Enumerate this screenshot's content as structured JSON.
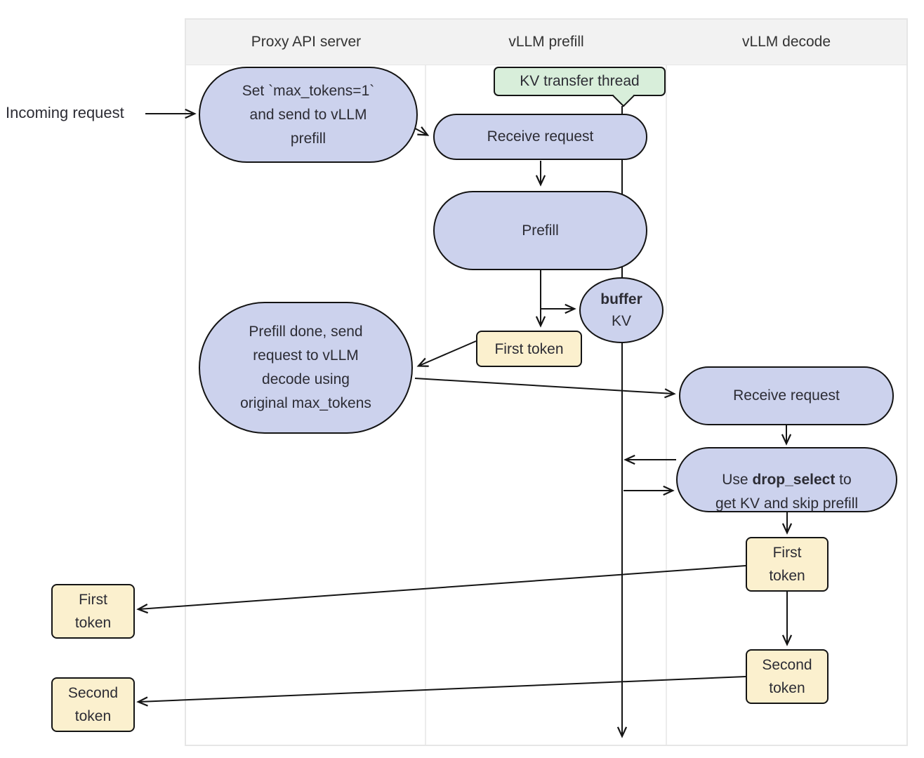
{
  "lanes": [
    {
      "label": "Proxy API server"
    },
    {
      "label": "vLLM prefill"
    },
    {
      "label": "vLLM decode"
    }
  ],
  "annotations": {
    "incoming_request": "Incoming request",
    "kv_transfer_thread": "KV transfer thread"
  },
  "nodes": {
    "set_max_tokens": "Set `max_tokens=1`\nand send to vLLM\nprefill",
    "receive_request_prefill": "Receive request",
    "prefill": "Prefill",
    "buffer": {
      "bold": "buffer",
      "rest": "KV"
    },
    "first_token_prefill": "First token",
    "prefill_done": "Prefill done, send\nrequest to vLLM\ndecode using\noriginal max_tokens",
    "receive_request_decode": "Receive request",
    "drop_select": {
      "pre": "Use ",
      "bold": "drop_select",
      "post": " to\nget KV and skip prefill"
    },
    "first_token_decode": "First\ntoken",
    "second_token_decode": "Second\ntoken",
    "first_token_out": "First\ntoken",
    "second_token_out": "Second\ntoken"
  },
  "colors": {
    "node_fill": "#ccd2ed",
    "token_fill": "#fbf0ce",
    "tag_fill": "#d8eeda",
    "header_bg": "#f2f2f2",
    "stroke": "#141414",
    "lane_border": "#e6e6e6",
    "text": "#2c2c34"
  }
}
